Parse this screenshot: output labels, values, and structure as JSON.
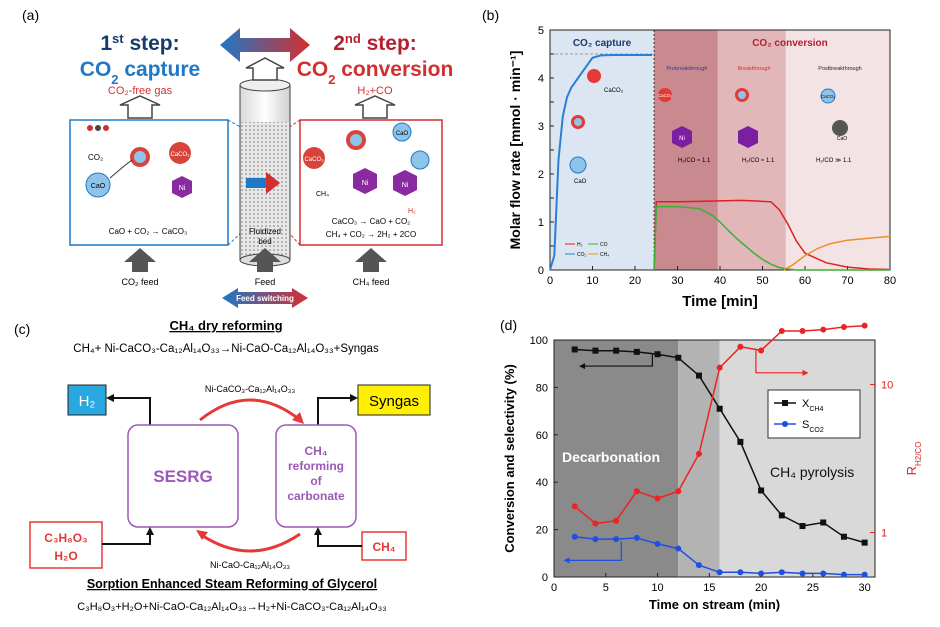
{
  "panels": {
    "a": {
      "label": "(a)",
      "step1": {
        "prefix": "1",
        "sup": "st",
        "word": " step:",
        "title2": "CO",
        "sub2": "2",
        "title2b": " capture"
      },
      "step2": {
        "prefix": "2",
        "sup": "nd",
        "word": " step:",
        "title2": "CO",
        "sub2": "2",
        "title2b": " conversion"
      },
      "out_left": "CO₂-free gas",
      "out_right": "H₂+CO",
      "left_box": {
        "eq": "CaO + CO₂ → CaCO₃",
        "labels": [
          "CO₂",
          "CaO",
          "CaCO₃",
          "Ni"
        ]
      },
      "right_box": {
        "eq1": "CaCO₃ → CaO + CO₂",
        "eq2": "CH₄ + CO₂ → 2H₂ + 2CO",
        "eq2_cat": "Ni",
        "labels": [
          "CaCO₃",
          "CaO",
          "Ni",
          "Ni",
          "CH₄",
          "H₂"
        ]
      },
      "bed_label1": "Fluidized",
      "bed_label2": "bed",
      "feed_left": "CO₂ feed",
      "feed_mid": "Feed",
      "feed_right": "CH₄ feed",
      "feed_switch": "Feed switching",
      "colors": {
        "blue": "#1f78c8",
        "red": "#d32f2f",
        "navy": "#163b6e"
      }
    },
    "b": {
      "label": "(b)",
      "phase1": "CO₂ capture",
      "phase2": "CO₂ conversion",
      "sub_phases": [
        "Prebreakthrough",
        "Breakthrough",
        "Postbreakthrough"
      ],
      "ratios": [
        "H₂/CO ≈ 1.1",
        "H₂/CO ≈ 1.1",
        "H₂/CO ≫ 1.1"
      ],
      "inset_labels": [
        "CaCO₃",
        "CaO",
        "CaCO₃",
        "Ni",
        "CaCO₃",
        "CaO"
      ],
      "legend": [
        "H₂",
        "CO",
        "CO₂",
        "CH₄"
      ]
    },
    "c": {
      "label": "(c)",
      "title_top": "CH₄ dry reforming",
      "eq_top": "CH₄+ Ni-CaCO₃-Ca₁₂Al₁₄O₃₃→Ni-CaO-Ca₁₂Al₁₄O₃₃+Syngas",
      "h2": "H₂",
      "syngas": "Syngas",
      "sesrg": "SESRG",
      "reform1": "CH₄",
      "reform2": "reforming",
      "reform3": "of",
      "reform4": "carbonate",
      "arrow_top": "Ni-CaCO₃-Ca₁₂Al₁₄O₃₃",
      "arrow_bottom": "Ni-CaO-Ca₁₂Al₁₄O₃₃",
      "glycerol1": "C₃H₈O₃",
      "glycerol2": "H₂O",
      "ch4": "CH₄",
      "title_bottom": "Sorption Enhanced Steam Reforming of Glycerol",
      "eq_bottom": "C₃H₈O₃+H₂O+Ni-CaO-Ca₁₂Al₁₄O₃₃→H₂+Ni-CaCO₃-Ca₁₂Al₁₄O₃₃"
    },
    "d": {
      "label": "(d)",
      "region_left": "Decarbonation",
      "region_right": "CH₄ pyrolysis"
    }
  },
  "chart_data": [
    {
      "panel": "b",
      "type": "line",
      "xlabel": "Time [min]",
      "ylabel": "Molar flow rate [mmol · min⁻¹]",
      "xlim": [
        0,
        80
      ],
      "ylim": [
        0,
        5
      ],
      "xticks": [
        0,
        10,
        20,
        30,
        40,
        50,
        60,
        70,
        80
      ],
      "yticks": [
        0,
        0.5,
        1,
        1.5,
        2,
        2.5,
        3,
        3.5,
        4,
        4.5,
        5
      ],
      "ytick_labels": [
        "0",
        "",
        "1",
        "",
        "2",
        "",
        "3",
        "",
        "4",
        "",
        "5"
      ],
      "series": [
        {
          "name": "CO₂",
          "color": "#2a7fd4",
          "x": [
            0,
            1,
            2,
            3,
            4,
            5,
            7,
            9,
            10,
            12,
            15,
            20,
            24
          ],
          "y": [
            0,
            0.3,
            2.3,
            3.2,
            3.6,
            3.8,
            4.05,
            4.3,
            4.42,
            4.47,
            4.48,
            4.48,
            4.48
          ]
        },
        {
          "name": "H₂",
          "color": "#e02020",
          "x": [
            24.5,
            25,
            30,
            35,
            40,
            45,
            48,
            52,
            54,
            56,
            58,
            60,
            65,
            70,
            75,
            80
          ],
          "y": [
            0,
            1.42,
            1.42,
            1.43,
            1.44,
            1.45,
            1.44,
            1.42,
            1.25,
            0.95,
            0.6,
            0.35,
            0.15,
            0.06,
            0.02,
            0.01
          ]
        },
        {
          "name": "CO",
          "color": "#3cb030",
          "x": [
            24.5,
            25,
            30,
            35,
            38,
            40,
            42,
            44,
            46,
            48,
            50,
            52,
            54,
            56,
            58,
            80
          ],
          "y": [
            0,
            1.32,
            1.32,
            1.28,
            1.15,
            1.0,
            0.82,
            0.65,
            0.5,
            0.35,
            0.22,
            0.12,
            0.05,
            0.02,
            0,
            0
          ]
        },
        {
          "name": "CH₄",
          "color": "#f28c28",
          "x": [
            55,
            57,
            60,
            63,
            66,
            70,
            75,
            80
          ],
          "y": [
            0,
            0.1,
            0.3,
            0.45,
            0.55,
            0.62,
            0.66,
            0.7
          ]
        }
      ]
    },
    {
      "panel": "d",
      "type": "line",
      "xlabel": "Time on stream (min)",
      "ylabel": "Conversion and selectivity (%)",
      "y2label": "R",
      "y2label_sub": "H2/CO",
      "xlim": [
        0,
        31
      ],
      "ylim": [
        0,
        100
      ],
      "y2lim_log": [
        0.5,
        20
      ],
      "xticks": [
        0,
        5,
        10,
        15,
        20,
        25,
        30
      ],
      "yticks": [
        0,
        20,
        40,
        60,
        80,
        100
      ],
      "y2ticks": [
        1,
        10
      ],
      "shading": [
        {
          "from": 0,
          "to": 12,
          "color": "#8a8a8a"
        },
        {
          "from": 12,
          "to": 16,
          "color": "#b3b3b3"
        },
        {
          "from": 16,
          "to": 31,
          "color": "#d9d9d9"
        }
      ],
      "x": [
        2,
        4,
        6,
        8,
        10,
        12,
        14,
        16,
        18,
        20,
        22,
        24,
        26,
        28,
        30
      ],
      "series": [
        {
          "name": "X",
          "name_sub": "CH4",
          "color": "#111111",
          "marker": "square",
          "axis": "left",
          "values": [
            96,
            95.5,
            95.5,
            95,
            94,
            92.5,
            85,
            71,
            57,
            36.5,
            26,
            21.5,
            23,
            17,
            14.5
          ]
        },
        {
          "name": "S",
          "name_sub": "CO2",
          "color": "#1f4fe0",
          "marker": "circle",
          "axis": "left",
          "values": [
            17,
            16,
            16,
            16.5,
            14,
            12,
            5,
            2,
            2,
            1.5,
            2,
            1.5,
            1.5,
            1,
            1
          ]
        },
        {
          "name": "R_H2/CO",
          "color": "#ee2222",
          "marker": "circle",
          "axis": "right",
          "values": [
            1.5,
            1.15,
            1.2,
            1.9,
            1.7,
            1.9,
            3.4,
            13,
            18,
            17,
            23,
            23,
            23.5,
            24.5,
            25
          ]
        }
      ]
    }
  ]
}
